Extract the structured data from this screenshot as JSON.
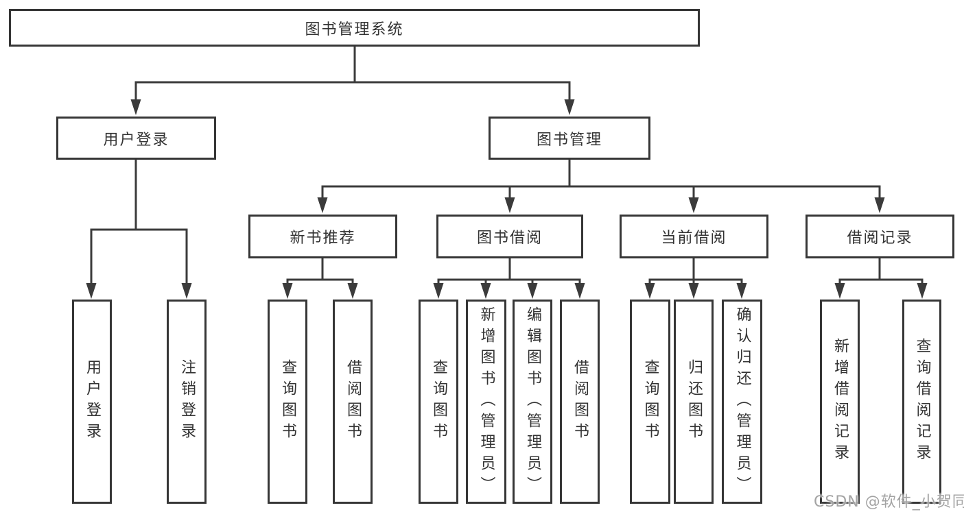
{
  "watermark": "CSDN @软件_小贺同学",
  "colors": {
    "line": "#3b3b3b",
    "box_border": "#363636",
    "text": "#333333",
    "watermark": "#9e9e9e",
    "background": "#ffffff"
  },
  "tree": {
    "root": "图书管理系统",
    "children": [
      {
        "label": "用户登录",
        "children": [
          "用户登录",
          "注销登录"
        ]
      },
      {
        "label": "图书管理",
        "children": [
          {
            "label": "新书推荐",
            "children": [
              "查询图书",
              "借阅图书"
            ]
          },
          {
            "label": "图书借阅",
            "children": [
              "查询图书",
              "新增图书（管理员）",
              "编辑图书（管理员）",
              "借阅图书"
            ]
          },
          {
            "label": "当前借阅",
            "children": [
              "查询图书",
              "归还图书",
              "确认归还（管理员）"
            ]
          },
          {
            "label": "借阅记录",
            "children": [
              "新增借阅记录",
              "查询借阅记录"
            ]
          }
        ]
      }
    ]
  }
}
